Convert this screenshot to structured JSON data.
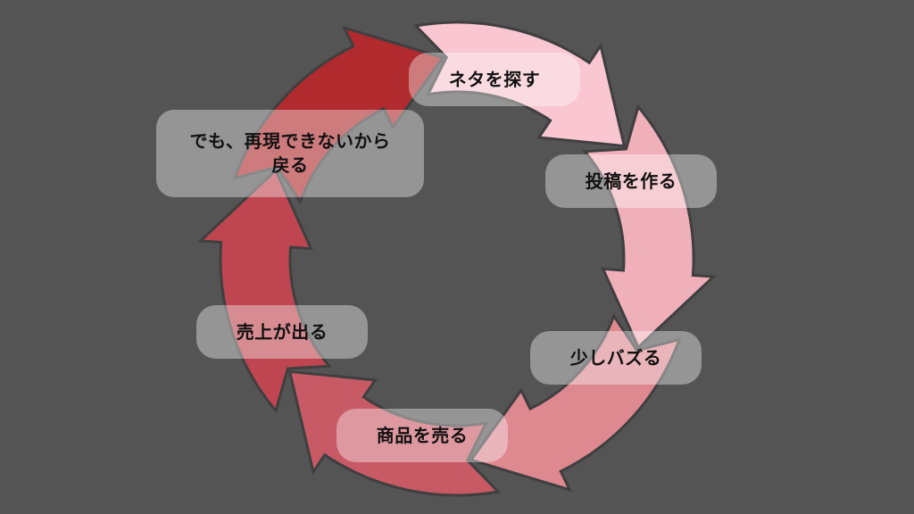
{
  "cycle": {
    "steps": [
      {
        "label": "ネタを探す",
        "color": "#F9C6D1"
      },
      {
        "label": "投稿を作る",
        "color": "#F0B0BA"
      },
      {
        "label": "少しバズる",
        "color": "#DE8890"
      },
      {
        "label": "商品を売る",
        "color": "#C85A66"
      },
      {
        "label": "売上が出る",
        "color": "#BF4650"
      },
      {
        "label": "でも、再現できないから\n戻る",
        "color": "#B02A2E"
      }
    ]
  },
  "colors": {
    "background": "#545454",
    "arrow_outline": "#3F3F3F",
    "label_fill": "rgba(255,255,255,0.38)",
    "label_text": "#111111"
  }
}
